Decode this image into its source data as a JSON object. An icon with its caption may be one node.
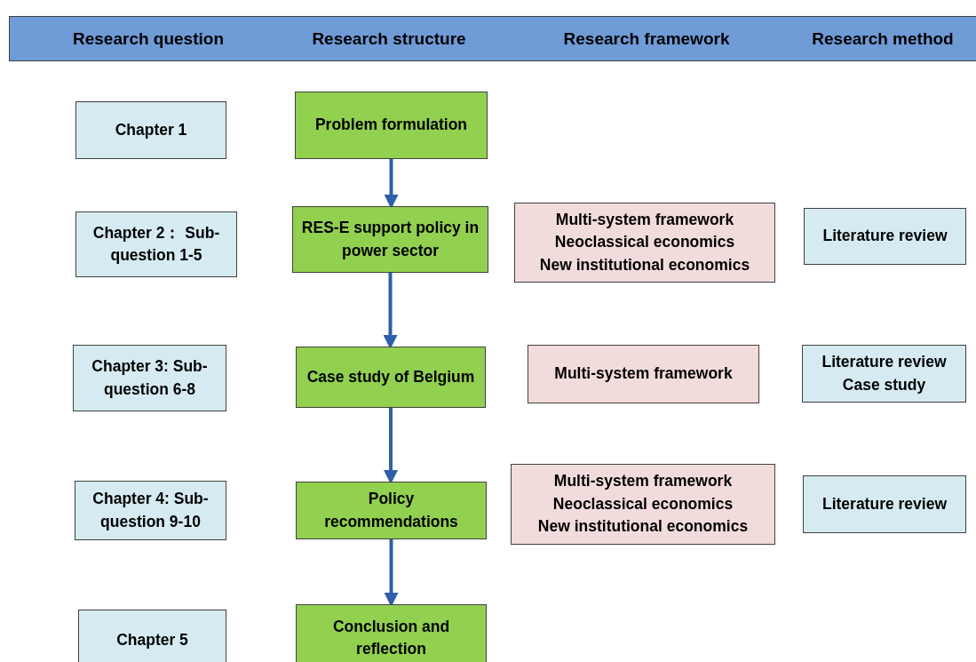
{
  "diagram": {
    "nodes": [
      {
        "text": [
          "Research question",
          "Research structure",
          "Research framework",
          "Research method"
        ]
      },
      {
        "text": [
          "Chapter 1"
        ]
      },
      {
        "text": [
          "Problem formulation"
        ]
      },
      {
        "text": [
          "Chapter 2： Sub-question 1-5"
        ]
      },
      {
        "text": [
          "RES-E support policy in power sector"
        ]
      },
      {
        "text": [
          "Multi-system framework",
          "Neoclassical economics",
          "New institutional economics"
        ]
      },
      {
        "text": [
          "Literature review"
        ]
      },
      {
        "text": [
          "Chapter 3: Sub-question 6-8"
        ]
      },
      {
        "text": [
          "Case study of Belgium"
        ]
      },
      {
        "text": [
          "Multi-system framework"
        ]
      },
      {
        "text": [
          "Literature review",
          "Case study"
        ]
      },
      {
        "text": [
          "Chapter 4: Sub-question 9-10"
        ]
      },
      {
        "text": [
          "Policy recommendations"
        ]
      },
      {
        "text": [
          "Multi-system framework",
          "Neoclassical economics",
          "New institutional economics"
        ]
      },
      {
        "text": [
          "Literature review"
        ]
      },
      {
        "text": [
          "Chapter 5"
        ]
      },
      {
        "text": [
          "Conclusion and reflection"
        ]
      }
    ],
    "edges": [
      {
        "from": 2,
        "to": 4,
        "arrow": "to"
      },
      {
        "from": 4,
        "to": 8,
        "arrow": "to"
      },
      {
        "from": 8,
        "to": 12,
        "arrow": "to"
      },
      {
        "from": 12,
        "to": 16,
        "arrow": "to"
      }
    ]
  }
}
